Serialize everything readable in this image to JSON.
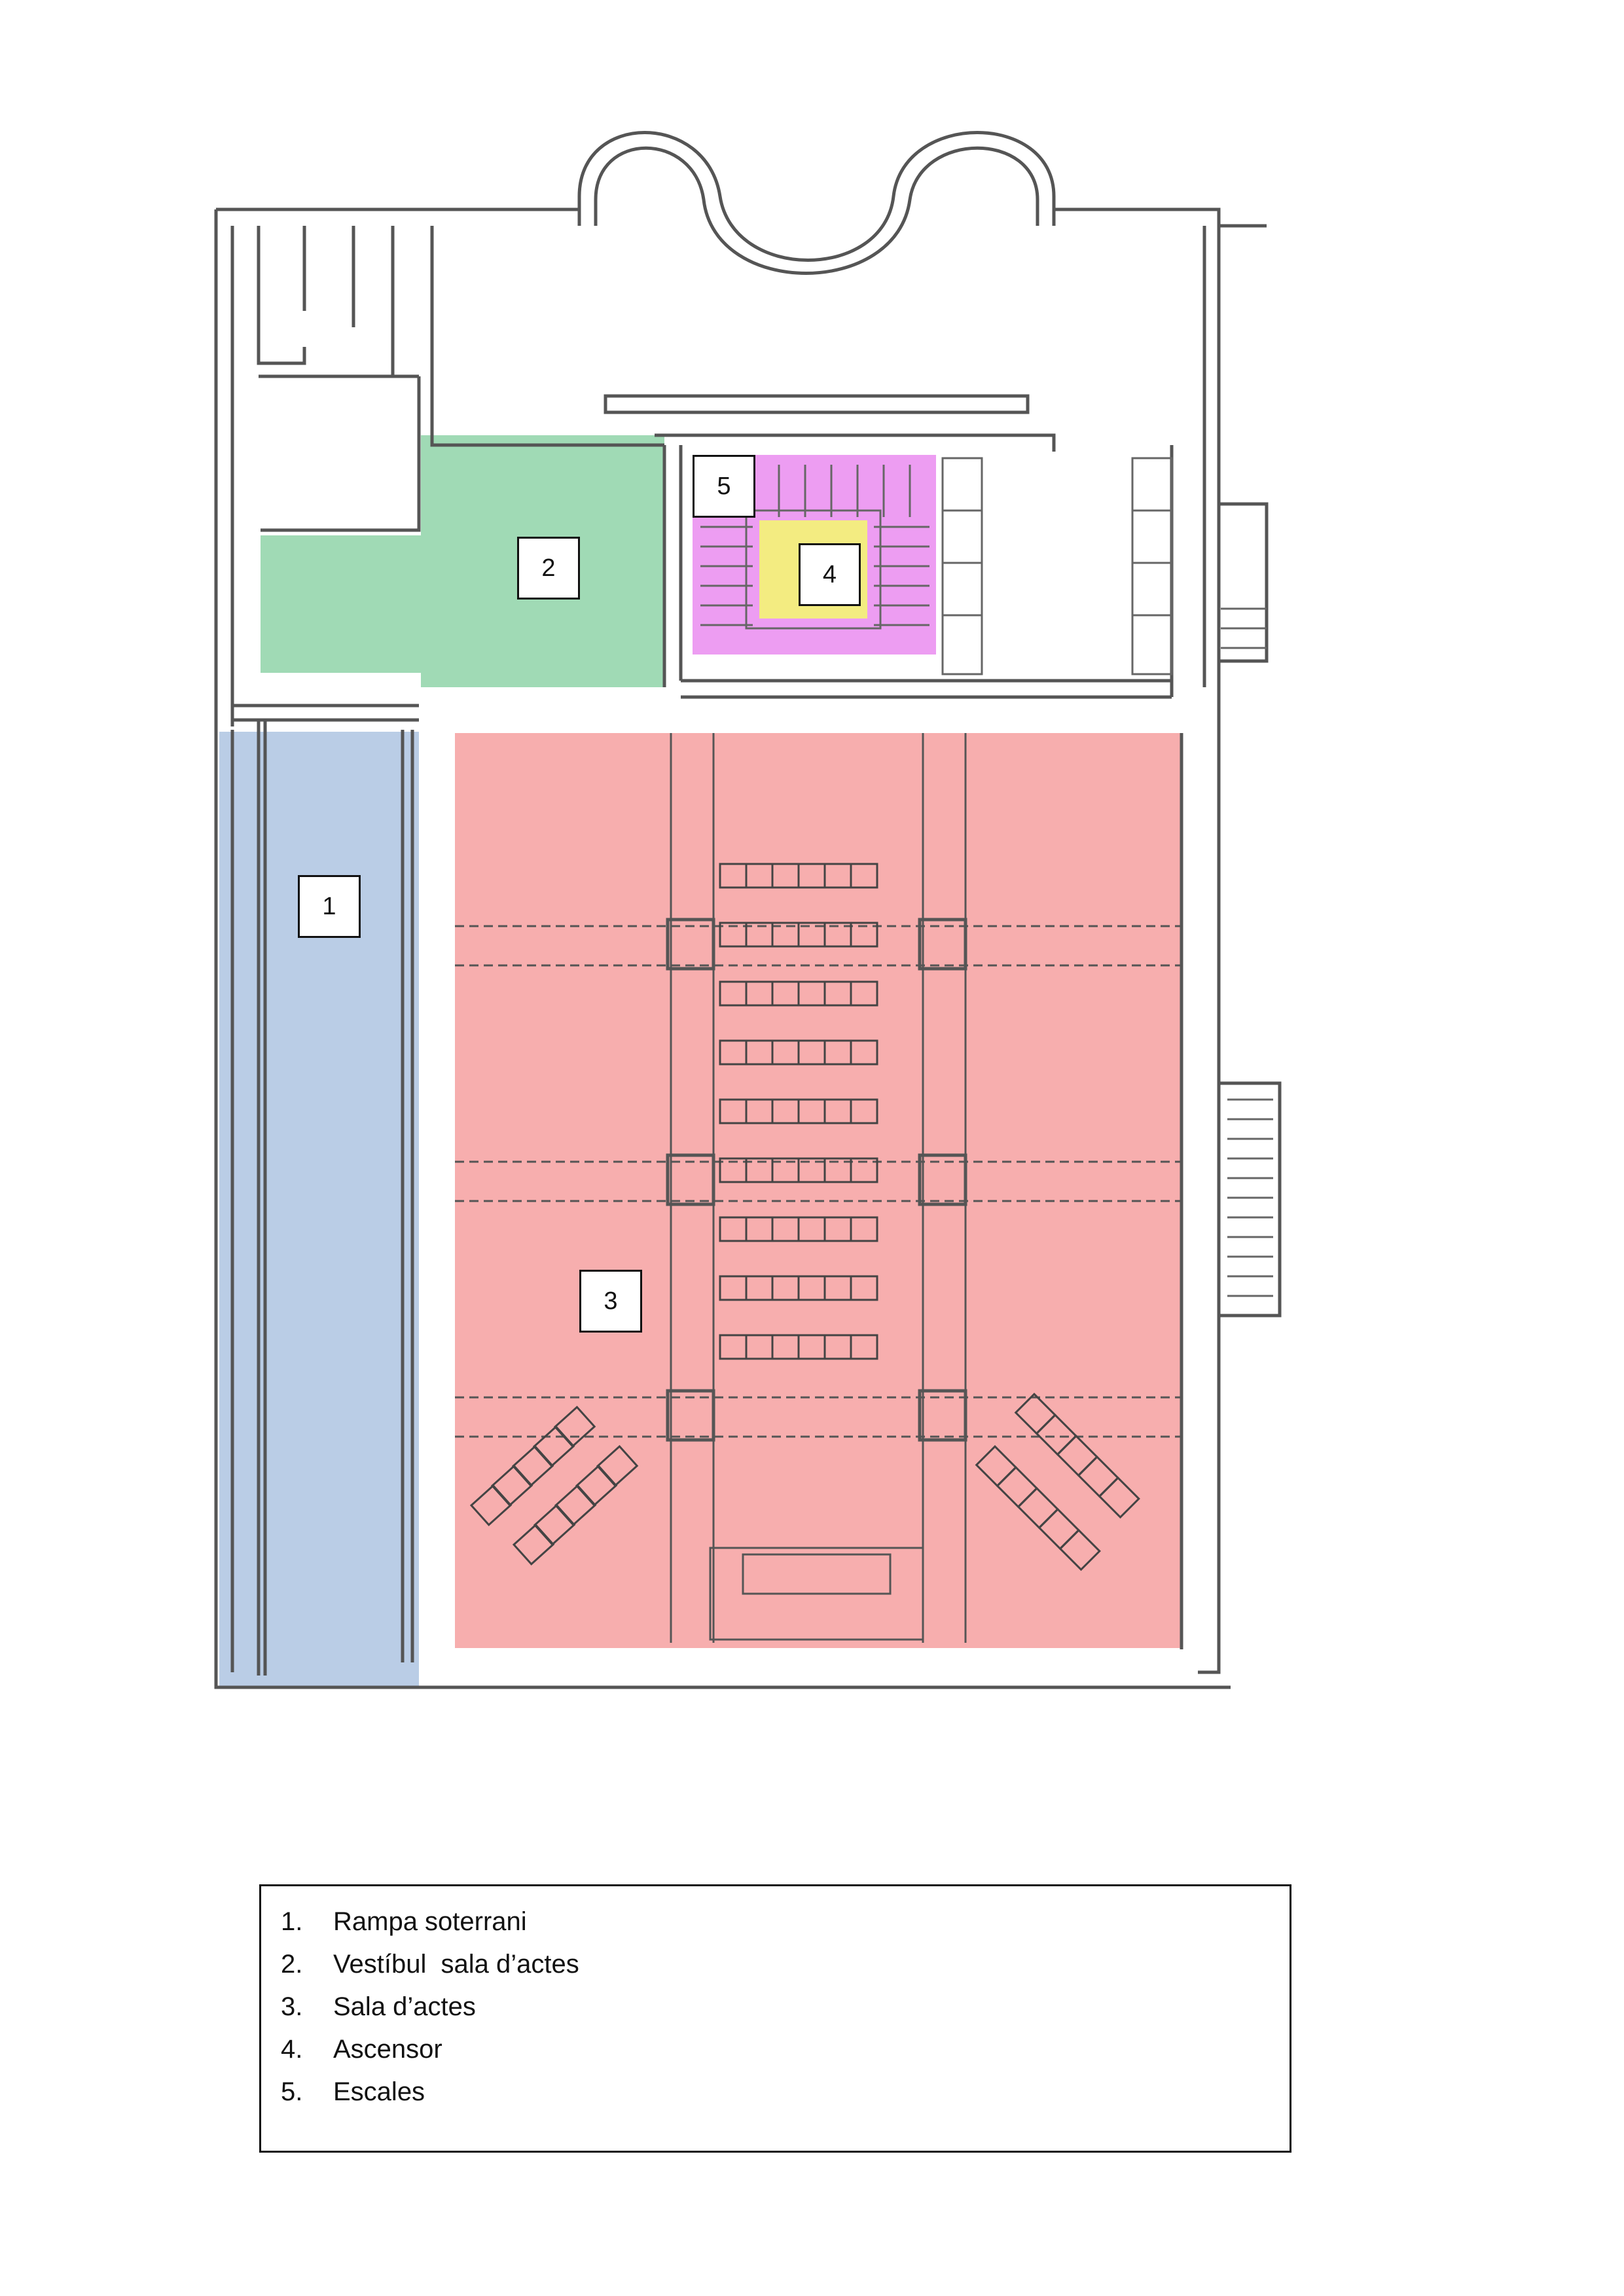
{
  "zones": [
    {
      "number": "1",
      "name": "Rampa soterrani",
      "color": "#aec4e2"
    },
    {
      "number": "2",
      "name": "Vestíbul  sala d’actes",
      "color": "#8fd4a8"
    },
    {
      "number": "3",
      "name": "Sala d’actes",
      "color": "#f59a9a"
    },
    {
      "number": "4",
      "name": "Ascensor",
      "color": "#f3f07a"
    },
    {
      "number": "5",
      "name": "Escales",
      "color": "#ea8cf0"
    }
  ],
  "legend": [
    {
      "num": "1.",
      "text": "Rampa soterrani"
    },
    {
      "num": "2.",
      "text": "Vestíbul  sala d’actes"
    },
    {
      "num": "3.",
      "text": "Sala d’actes"
    },
    {
      "num": "4.",
      "text": "Ascensor"
    },
    {
      "num": "5.",
      "text": "Escales"
    }
  ]
}
